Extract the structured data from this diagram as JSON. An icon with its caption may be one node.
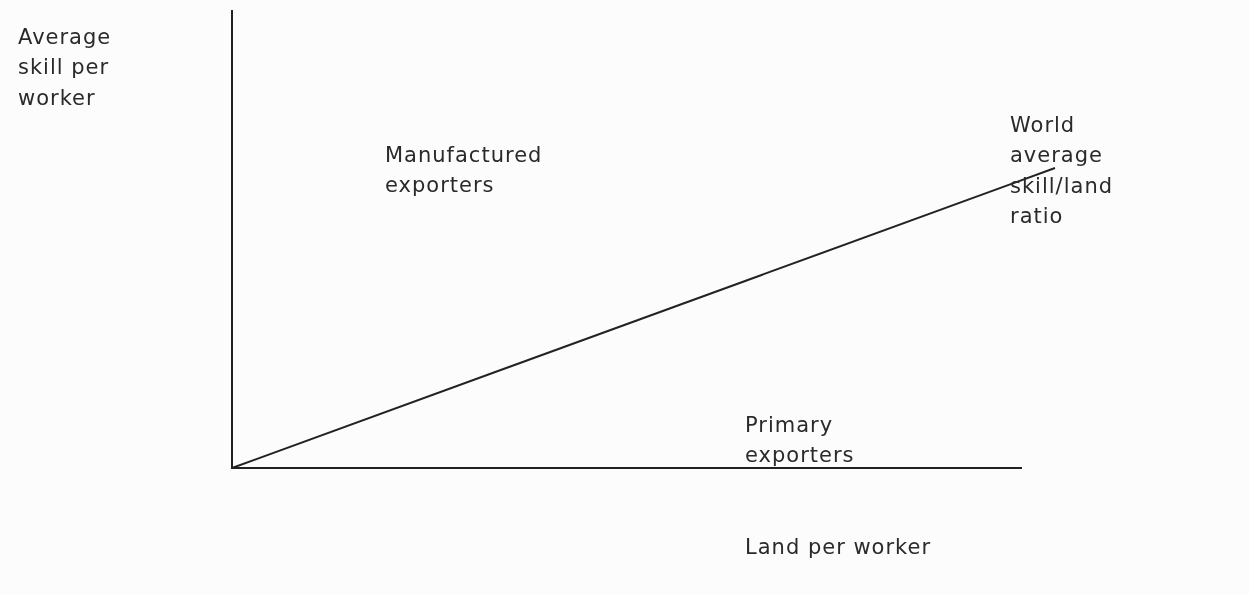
{
  "diagram": {
    "labels": [
      "Average skill per worker",
      "Manufactured exporters",
      "World average skill/land ratio",
      "Primary exporters",
      "Land per worker"
    ]
  }
}
